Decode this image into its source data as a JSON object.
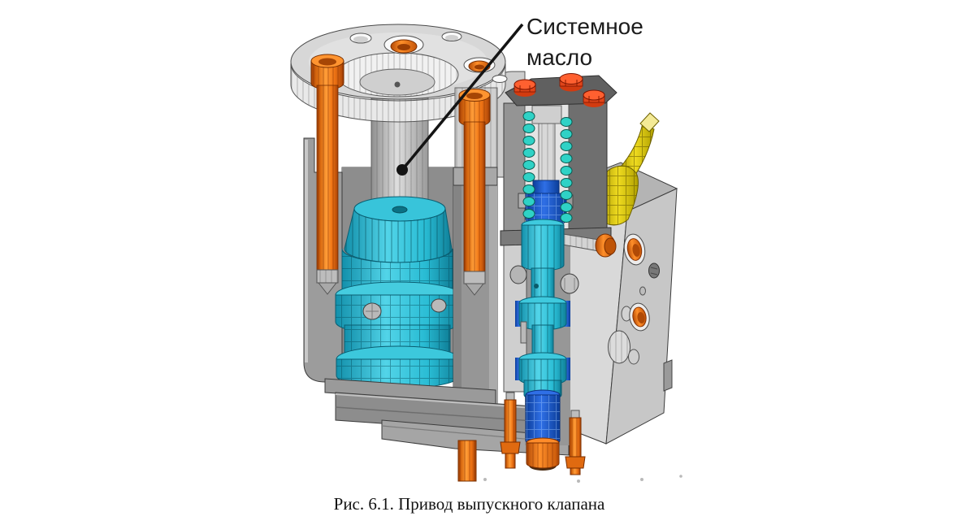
{
  "figure": {
    "annotation_label": {
      "line1": "Системное",
      "line2": "масло"
    },
    "caption": "Рис. 6.1. Привод выпускного клапана"
  },
  "colors": {
    "background": "#ffffff",
    "fastener_orange": "#f07214",
    "hex_bolt_red_orange": "#ff5a24",
    "piston_cyan": "#2fc2da",
    "spring_teal": "#2fd2c6",
    "retainer_blue": "#1f5ad2",
    "lever_yellow": "#e6cf10",
    "housing_cut_gray": "#9c9c9c",
    "block_gray": "#c7c7c7",
    "annotation_text": "#1c1c1c"
  }
}
